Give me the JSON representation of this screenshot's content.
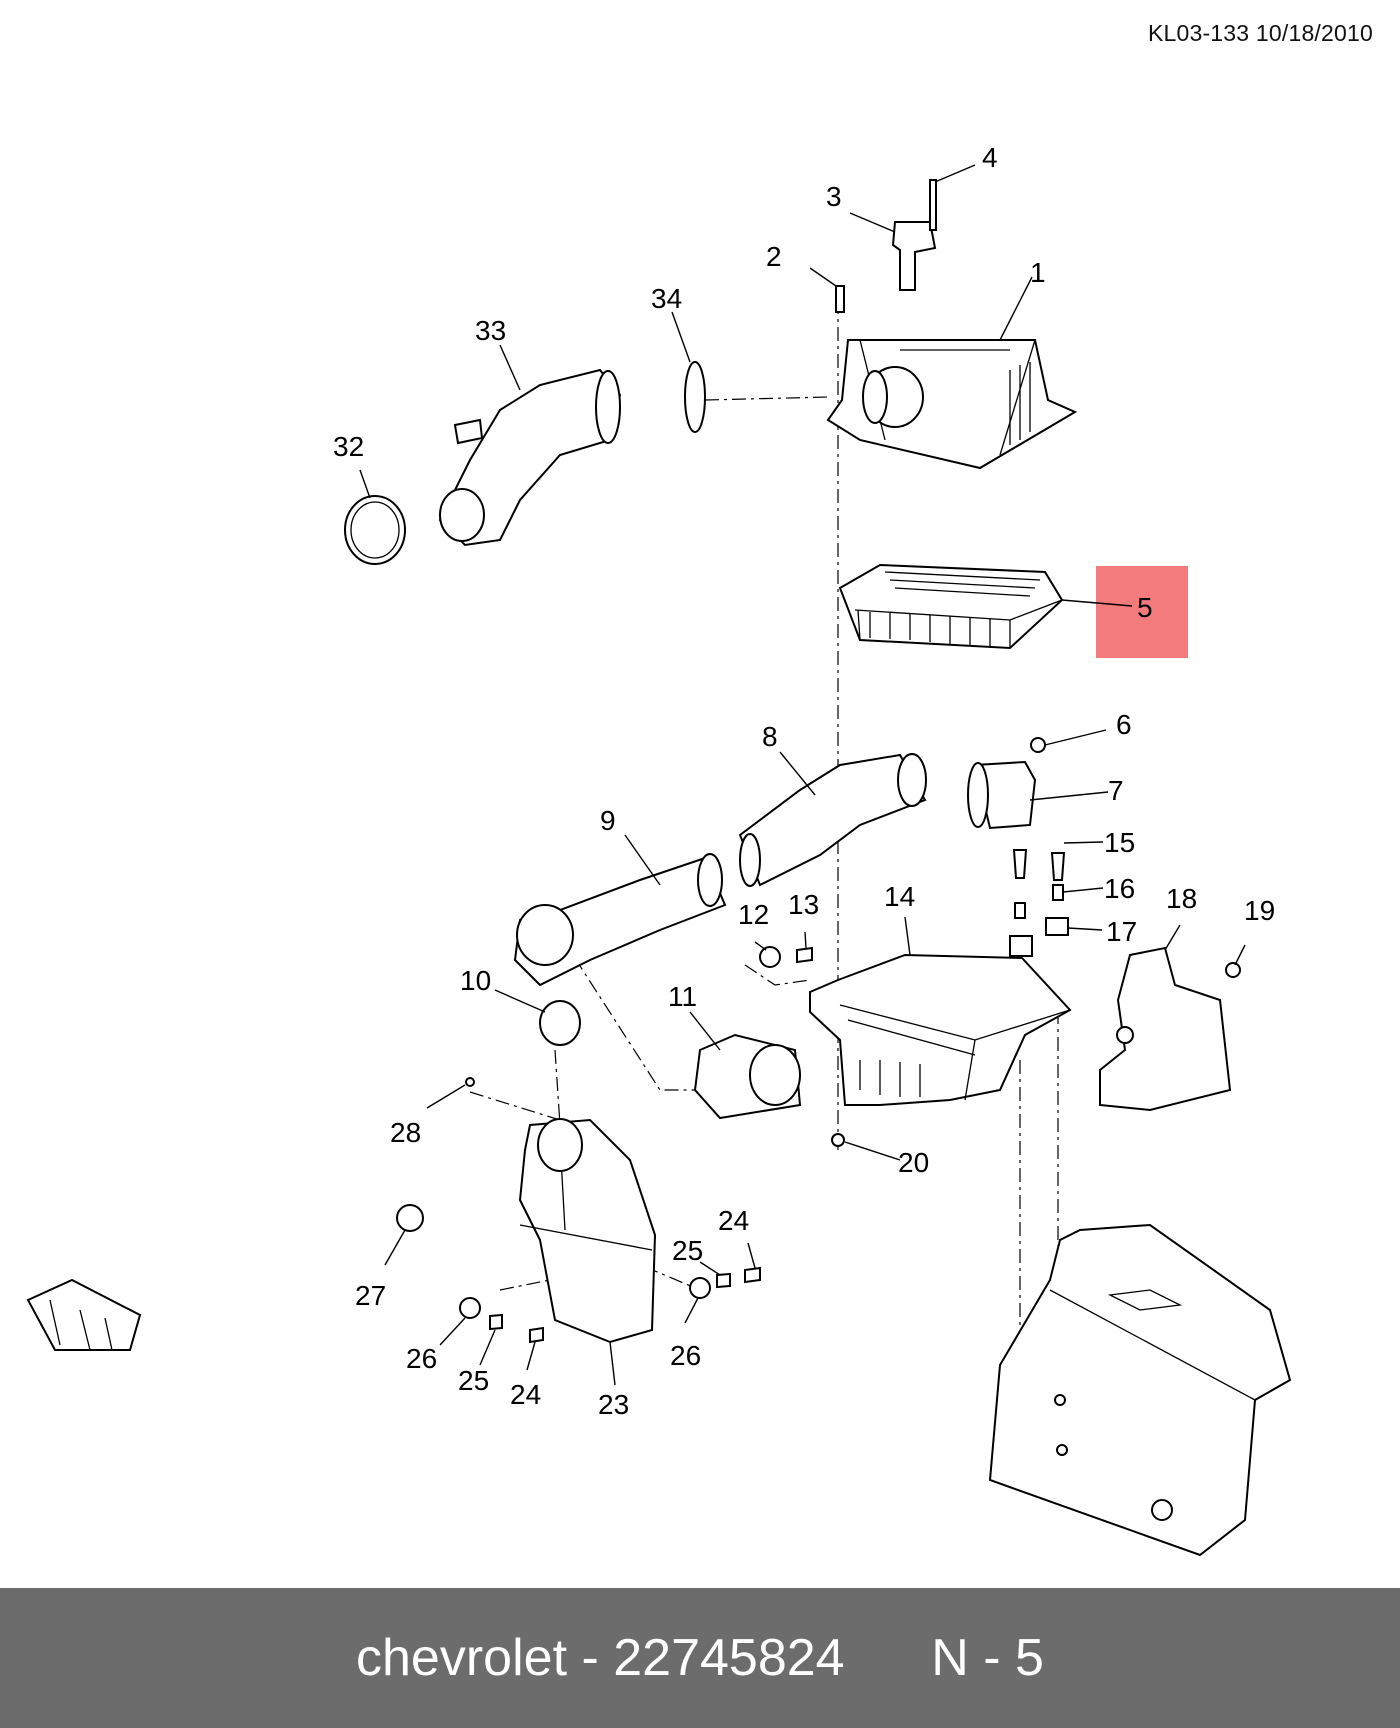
{
  "header": {
    "drawing_code": "KL03-133 10/18/2010"
  },
  "callouts": [
    "1",
    "2",
    "3",
    "4",
    "5",
    "6",
    "7",
    "8",
    "9",
    "10",
    "11",
    "12",
    "13",
    "14",
    "15",
    "16",
    "17",
    "18",
    "19",
    "20",
    "23",
    "24",
    "25",
    "26",
    "27",
    "28",
    "32",
    "33",
    "34"
  ],
  "highlight": {
    "label": "5",
    "color": "#f47b7b"
  },
  "footer": {
    "brand": "chevrolet",
    "separator": " - ",
    "part_number": "22745824",
    "ref_label": "N - 5"
  },
  "colors": {
    "footer_bg": "#6c6c6c",
    "footer_text": "#ffffff"
  }
}
